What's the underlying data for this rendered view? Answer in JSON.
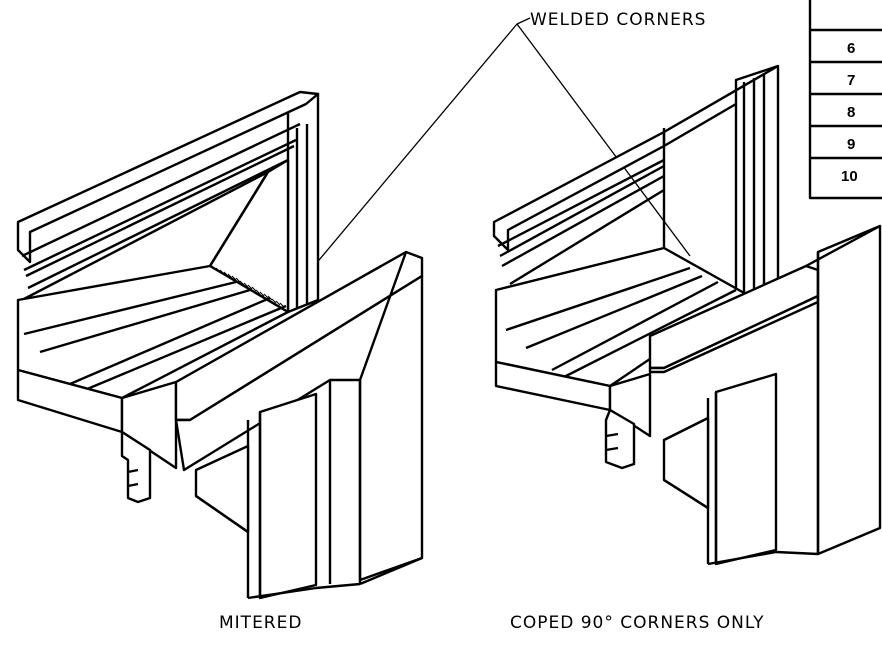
{
  "callout": {
    "label": "WELDED CORNERS"
  },
  "captions": {
    "left": "MITERED",
    "right": "COPED 90° CORNERS ONLY"
  },
  "table": {
    "rows": [
      "6",
      "7",
      "8",
      "9",
      "10"
    ]
  }
}
